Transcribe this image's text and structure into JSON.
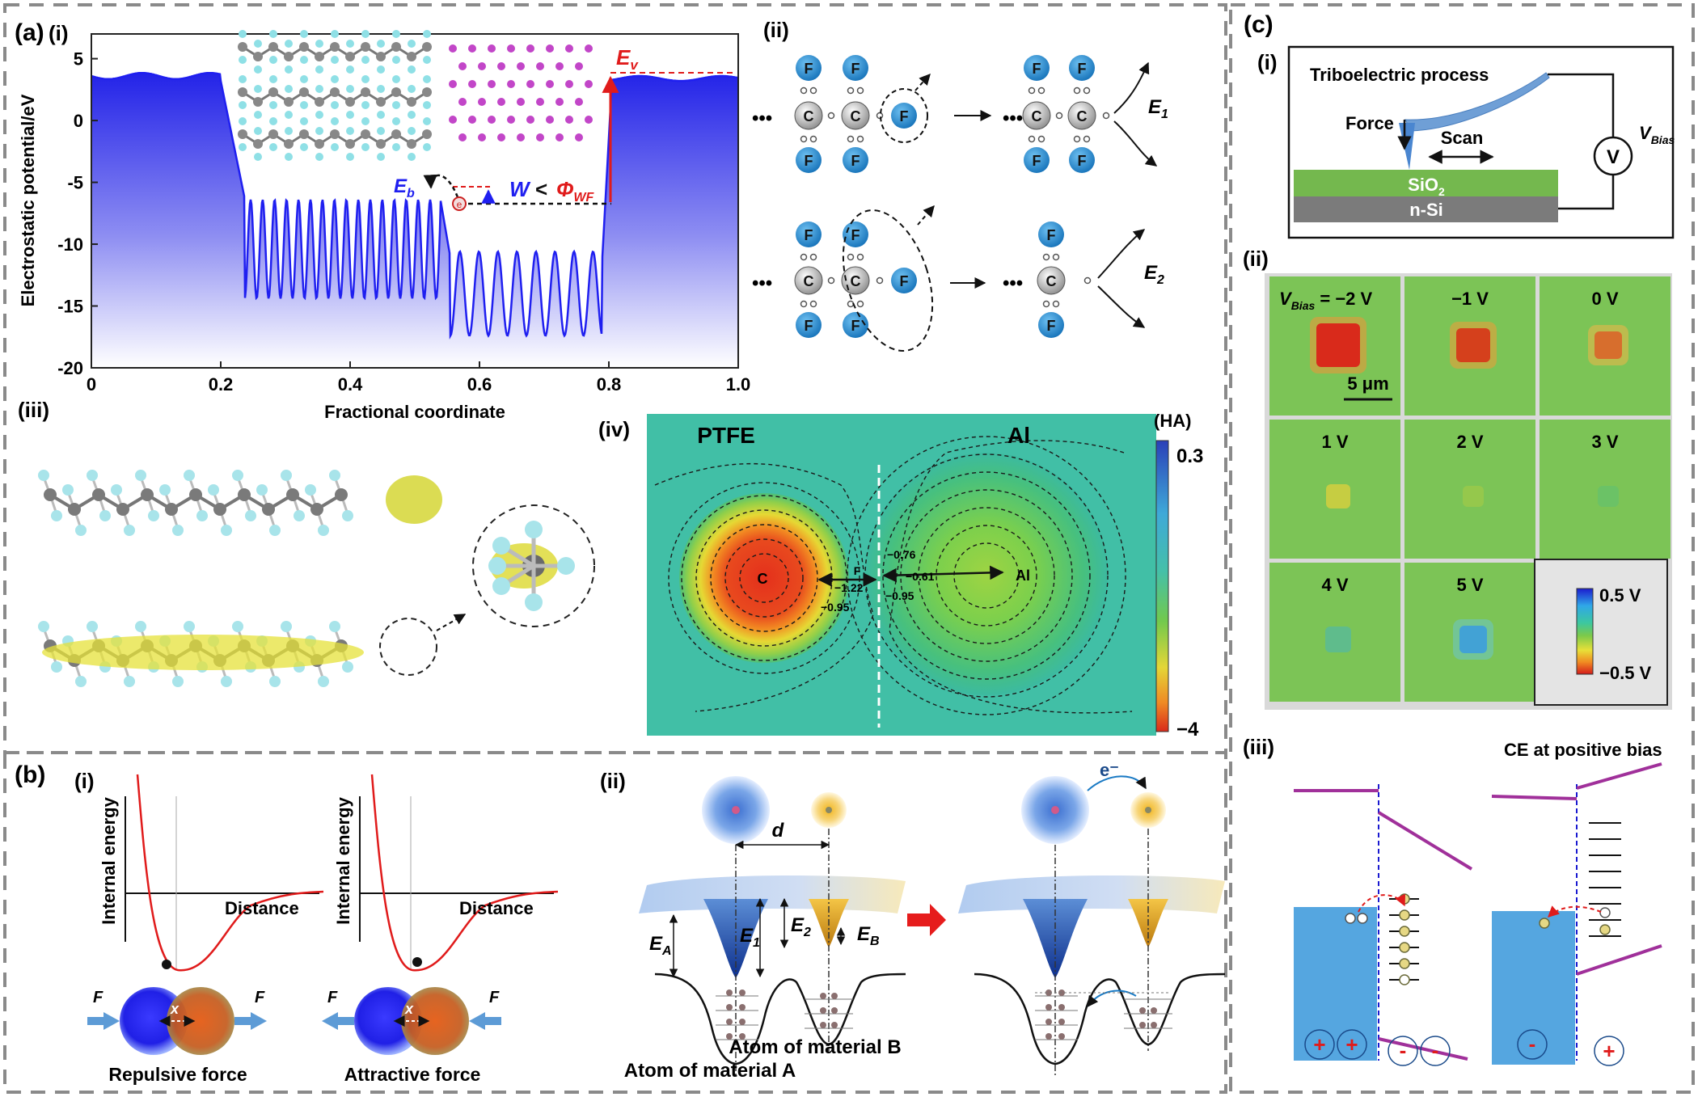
{
  "panel_a": {
    "label": "(a)",
    "i": {
      "label": "(i)",
      "xlabel": "Fractional coordinate",
      "ylabel": "Electrostatic potential/eV",
      "xticks": [
        "0",
        "0.2",
        "0.4",
        "0.6",
        "0.8",
        "1.0"
      ],
      "yticks": [
        "5",
        "0",
        "-5",
        "-10",
        "-15",
        "-20"
      ],
      "ann_Ev": "E",
      "ann_Ev_sub": "v",
      "ann_Eb": "E",
      "ann_Eb_sub": "b",
      "ann_W": "W",
      "ann_lt": "<",
      "ann_phi": "Φ",
      "ann_phi_sub": "WF",
      "electron": "e"
    },
    "ii": {
      "label": "(ii)",
      "atom_F": "F",
      "atom_C": "C",
      "chain": "•••",
      "E1": "E",
      "E1_sub": "1",
      "E2": "E",
      "E2_sub": "2"
    },
    "iii": {
      "label": "(iii)"
    },
    "iv": {
      "label": "(iv)",
      "ptfe": "PTFE",
      "al": "Al",
      "c_atom": "C",
      "al_atom": "Al",
      "f_label": "F",
      "unit": "(HA)",
      "cbar_max": "0.3",
      "cbar_min": "−4",
      "contours": [
        "−1.22",
        "−0.95",
        "−0.76",
        "−0.61",
        "−0.95"
      ]
    }
  },
  "panel_b": {
    "label": "(b)",
    "i": {
      "label": "(i)",
      "ylabel": "Internal energy",
      "xlabel": "Distance",
      "force": "F",
      "x": "x",
      "repulsive": "Repulsive force",
      "attractive": "Attractive force"
    },
    "ii": {
      "label": "(ii)",
      "d": "d",
      "EA": "E",
      "EA_sub": "A",
      "E1": "E",
      "E1_sub": "1",
      "E2": "E",
      "E2_sub": "2",
      "EB": "E",
      "EB_sub": "B",
      "electron": "e⁻",
      "atomB": "Atom of material B",
      "atomA": "Atom of material A"
    }
  },
  "panel_c": {
    "label": "(c)",
    "i": {
      "label": "(i)",
      "tribo": "Triboelectric process",
      "force": "Force",
      "scan": "Scan",
      "vbias": "V",
      "vbias_sub": "Bias",
      "meter": "V",
      "sio2": "SiO",
      "sio2_sub": "2",
      "nsi": "n-Si"
    },
    "ii": {
      "label": "(ii)",
      "first_prefix": "V",
      "first_sub": "Bias",
      "first_rest": " = −2 V",
      "tiles": [
        "−1 V",
        "0 V",
        "1 V",
        "2 V",
        "3 V",
        "4 V",
        "5 V"
      ],
      "scale": "5 μm",
      "cbar_max": "0.5 V",
      "cbar_min": "−0.5 V"
    },
    "iii": {
      "label": "(iii)",
      "title": "CE at positive bias",
      "plus": "+",
      "minus": "-"
    }
  },
  "colors": {
    "blue": "#1f1ff0",
    "red": "#e01b1b",
    "magenta": "#a0309a",
    "sky": "#55a6e0",
    "green": "#7cc25a"
  }
}
